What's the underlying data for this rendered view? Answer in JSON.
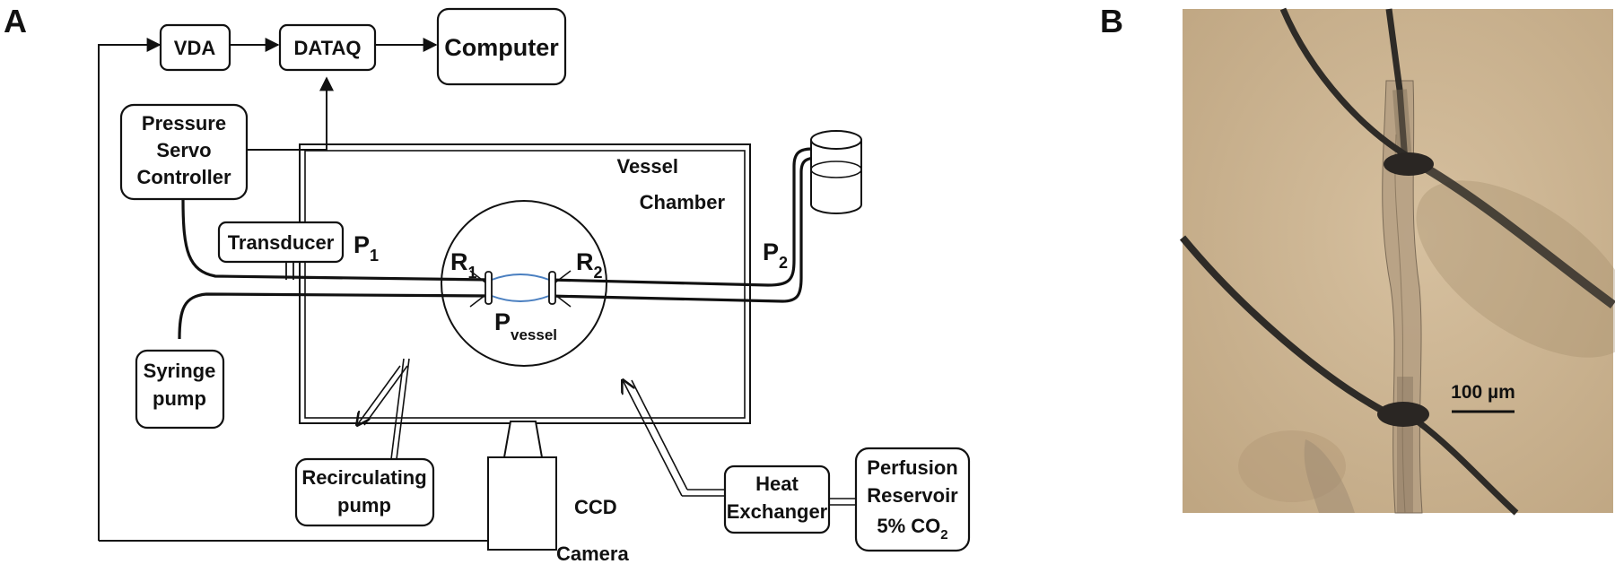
{
  "panels": {
    "a": "A",
    "b": "B"
  },
  "boxes": {
    "vda": "VDA",
    "dataq": "DATAQ",
    "computer": "Computer",
    "pressure_servo": [
      "Pressure",
      "Servo",
      "Controller"
    ],
    "transducer": "Transducer",
    "syringe_pump": [
      "Syringe",
      "pump"
    ],
    "recirculating_pump": [
      "Recirculating",
      "pump"
    ],
    "heat_exchanger": [
      "Heat",
      "Exchanger"
    ],
    "perfusion_reservoir": [
      "Perfusion",
      "Reservoir",
      "5% CO"
    ]
  },
  "labels": {
    "vessel_chamber": [
      "Vessel",
      "Chamber"
    ],
    "ccd_camera": [
      "CCD",
      "Camera"
    ],
    "p1": {
      "main": "P",
      "sub": "1"
    },
    "p2": {
      "main": "P",
      "sub": "2"
    },
    "r1": {
      "main": "R",
      "sub": "1"
    },
    "r2": {
      "main": "R",
      "sub": "2"
    },
    "pvessel": {
      "main": "P",
      "sub": "vessel"
    },
    "co2_sub": "2"
  },
  "micrograph": {
    "scale_bar": "100 µm"
  },
  "colors": {
    "line": "#111111",
    "vessel": "#4a7fc0",
    "micro_bg": "#cbb393",
    "micro_dark": "#2e2b27"
  }
}
